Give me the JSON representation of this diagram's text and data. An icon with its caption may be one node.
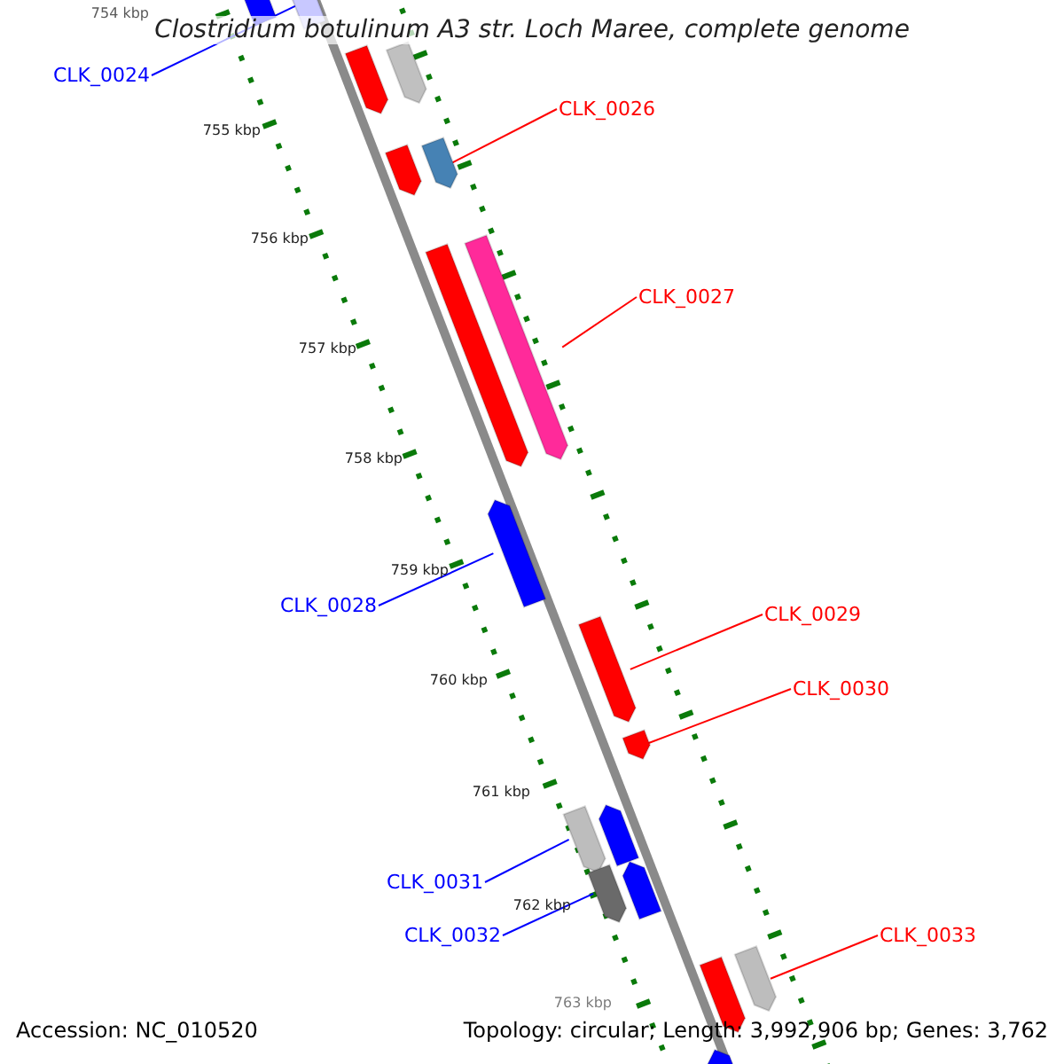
{
  "diagram": {
    "title": "Clostridium botulinum A3 str. Loch Maree, complete genome",
    "nodes": [
      {
        "text": [
          "CLK_0024"
        ]
      },
      {
        "text": [],
        "shape": "bar"
      },
      {
        "text": [
          "CLK_0026"
        ]
      },
      {
        "text": [],
        "shape": "bar"
      },
      {
        "text": [
          "CLK_0027"
        ]
      },
      {
        "text": [],
        "shape": "bar"
      },
      {
        "text": [
          "CLK_0028"
        ]
      },
      {
        "text": [],
        "shape": "bar"
      },
      {
        "text": [
          "CLK_0029"
        ]
      },
      {
        "text": [],
        "shape": "bar"
      },
      {
        "text": [
          "CLK_0030"
        ]
      },
      {
        "text": [],
        "shape": "bar"
      },
      {
        "text": [
          "CLK_0031"
        ]
      },
      {
        "text": [],
        "shape": "bar"
      },
      {
        "text": [
          "CLK_0032"
        ]
      },
      {
        "text": [],
        "shape": "bar"
      },
      {
        "text": [
          "CLK_0033"
        ]
      },
      {
        "text": [],
        "shape": "bar"
      },
      {
        "text": [],
        "shape": "bar"
      },
      {
        "text": [],
        "shape": "bar"
      },
      {
        "text": [],
        "shape": "bar"
      },
      {
        "text": [],
        "shape": "bar"
      },
      {
        "text": [],
        "shape": "bar"
      },
      {
        "text": [],
        "shape": "bar"
      },
      {
        "text": [],
        "shape": "bar"
      },
      {
        "text": [],
        "shape": "bar"
      },
      {
        "text": [],
        "shape": "bar"
      }
    ],
    "edges": [
      {
        "from": 0,
        "to": 1,
        "arrow": "none",
        "color": "#0000ff"
      },
      {
        "from": 2,
        "to": 3,
        "arrow": "none",
        "color": "#ff0000"
      },
      {
        "from": 4,
        "to": 5,
        "arrow": "none",
        "color": "#ff0000"
      },
      {
        "from": 6,
        "to": 7,
        "arrow": "none",
        "color": "#0000ff"
      },
      {
        "from": 8,
        "to": 9,
        "arrow": "none",
        "color": "#ff0000"
      },
      {
        "from": 10,
        "to": 11,
        "arrow": "none",
        "color": "#ff0000"
      },
      {
        "from": 12,
        "to": 13,
        "arrow": "none",
        "color": "#0000ff"
      },
      {
        "from": 14,
        "to": 15,
        "arrow": "none",
        "color": "#0000ff"
      },
      {
        "from": 16,
        "to": 17,
        "arrow": "none",
        "color": "#ff0000"
      }
    ],
    "labels": [
      "754 kbp",
      "755 kbp",
      "756 kbp",
      "757 kbp",
      "758 kbp",
      "759 kbp",
      "760 kbp",
      "761 kbp",
      "762 kbp",
      "763 kbp",
      "Accession: NC_010520",
      "Topology: circular; Length: 3,992,906 bp; Genes: 3,762"
    ]
  }
}
